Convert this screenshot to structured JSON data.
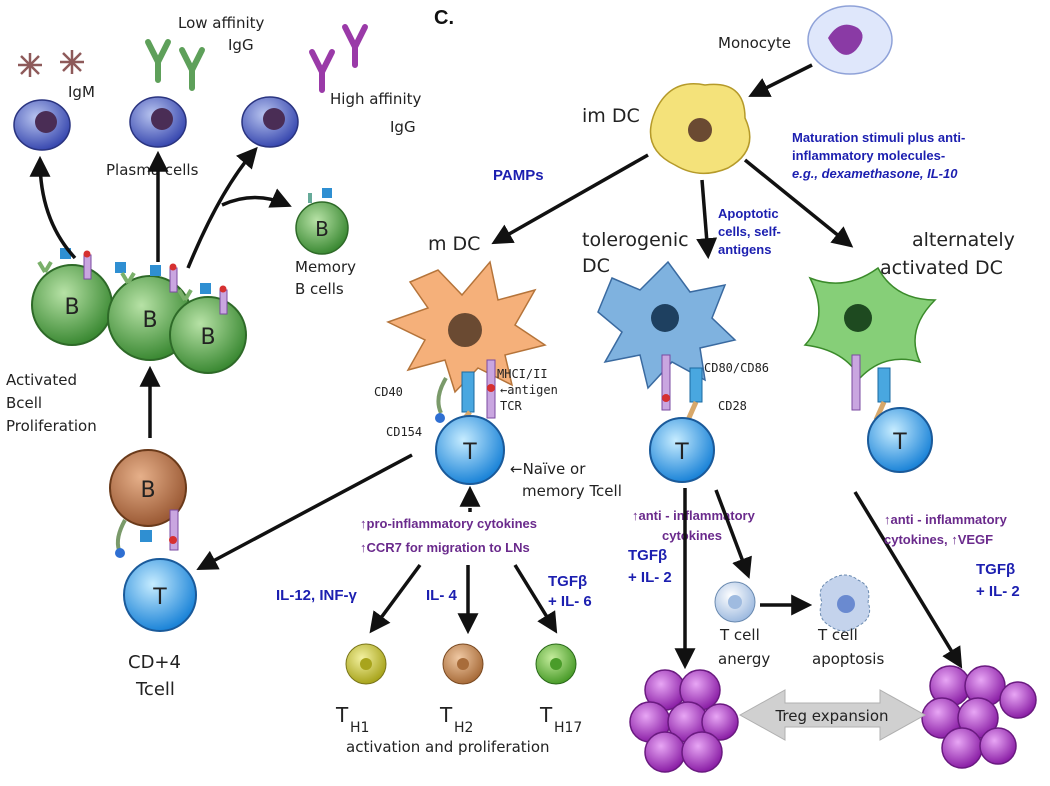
{
  "panel": "C.",
  "labels": {
    "igm": "IgM",
    "low_affinity_1": "Low affinity",
    "low_affinity_2": "IgG",
    "high_affinity_1": "High affinity",
    "high_affinity_2": "IgG",
    "plasma_cells": "Plasma cells",
    "memory_1": "Memory",
    "memory_2": "B cells",
    "activated_1": "Activated",
    "activated_2": "Bcell",
    "activated_3": "Proliferation",
    "cd4_1": "CD+4",
    "cd4_2": "Tcell",
    "monocyte": "Monocyte",
    "im_dc": "im DC",
    "pamps": "PAMPs",
    "maturation_1": "Maturation stimuli plus anti-",
    "maturation_2": "inflammatory molecules-",
    "maturation_3": "e.g., dexamethasone, IL-10",
    "m_dc": "m DC",
    "tolerogenic_1": "tolerogenic",
    "tolerogenic_2": "DC",
    "apoptotic_1": "Apoptotic",
    "apoptotic_2": "cells, self-",
    "apoptotic_3": "antigens",
    "alternately_1": "alternately",
    "alternately_2": "activated  DC",
    "mhc": "MHCI/II",
    "antigen": "←antigen",
    "tcr": "TCR",
    "cd40": "CD40",
    "cd154": "CD154",
    "naive_1": "←Naïve or",
    "naive_2": "memory Tcell",
    "cd80": "CD80/CD86",
    "cd28": "CD28",
    "pro_inflam": "↑pro-inflammatory cytokines",
    "ccr7": "↑CCR7 for migration to LNs",
    "il12": "IL-12, INF-γ",
    "il4": "IL- 4",
    "tgfb_il6_1": "TGFβ",
    "tgfb_il6_2": "+ IL- 6",
    "th1": "H1",
    "th2": "H2",
    "th17": "H17",
    "t_letter": "T",
    "b_letter": "B",
    "act_prolif": "activation and proliferation",
    "anti_inflam1_1": "↑anti - inflammatory",
    "anti_inflam1_2": "cytokines",
    "tgfb_il2_1": "TGFβ",
    "tgfb_il2_2": "+ IL- 2",
    "anergy_1": "T cell",
    "anergy_2": "anergy",
    "apoptosis_1": "T cell",
    "apoptosis_2": "apoptosis",
    "anti_inflam2_1": "↑anti - inflammatory",
    "anti_inflam2_2": "cytokines, ↑VEGF",
    "tgfb_il2b_1": "TGFβ",
    "tgfb_il2b_2": "+ IL- 2",
    "treg": "Treg expansion"
  },
  "colors": {
    "b_cell_green": "#5caa4a",
    "dc_orange": "#f5b07a",
    "dc_yellow": "#f4e27a",
    "dc_blue": "#7fb2df",
    "dc_green": "#86cf78",
    "t_cell_blue": "#3aa0e8",
    "treg_purple": "#b23ac9",
    "text_blue": "#1c1fb0",
    "text_purple": "#6a2a8c"
  }
}
